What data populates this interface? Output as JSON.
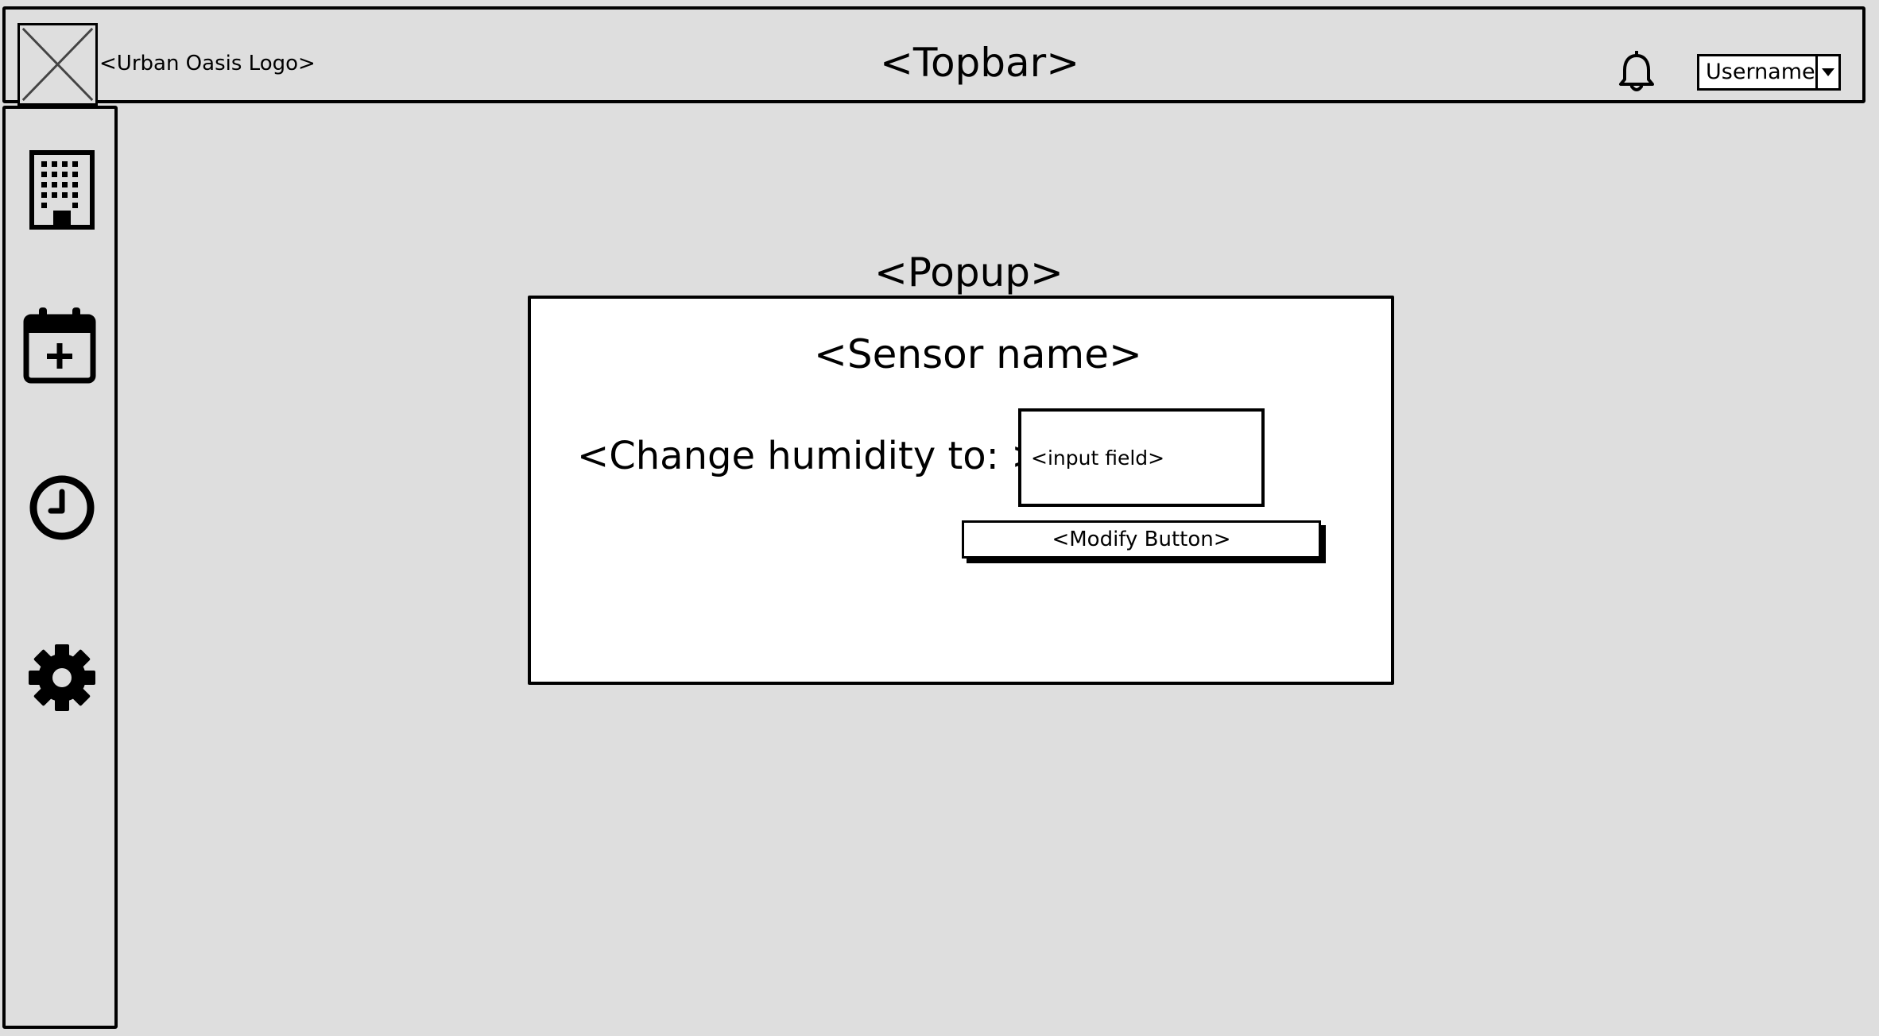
{
  "topbar": {
    "logo_label": "<Urban Oasis Logo>",
    "title": "<Topbar>",
    "notification_icon": "bell-icon",
    "user_menu": {
      "selected": "Username",
      "icon": "chevron-down-icon"
    }
  },
  "sidebar": {
    "items": [
      {
        "icon": "building-icon"
      },
      {
        "icon": "calendar-add-icon"
      },
      {
        "icon": "clock-icon"
      },
      {
        "icon": "gear-icon"
      }
    ]
  },
  "popup": {
    "label": "<Popup>",
    "sensor_name": "<Sensor name>",
    "change_label": "<Change humidity to: >",
    "input_placeholder": "<input field>",
    "modify_button": "<Modify Button>"
  },
  "colors": {
    "background": "#dedede",
    "panel": "#ffffff",
    "stroke": "#000000"
  }
}
